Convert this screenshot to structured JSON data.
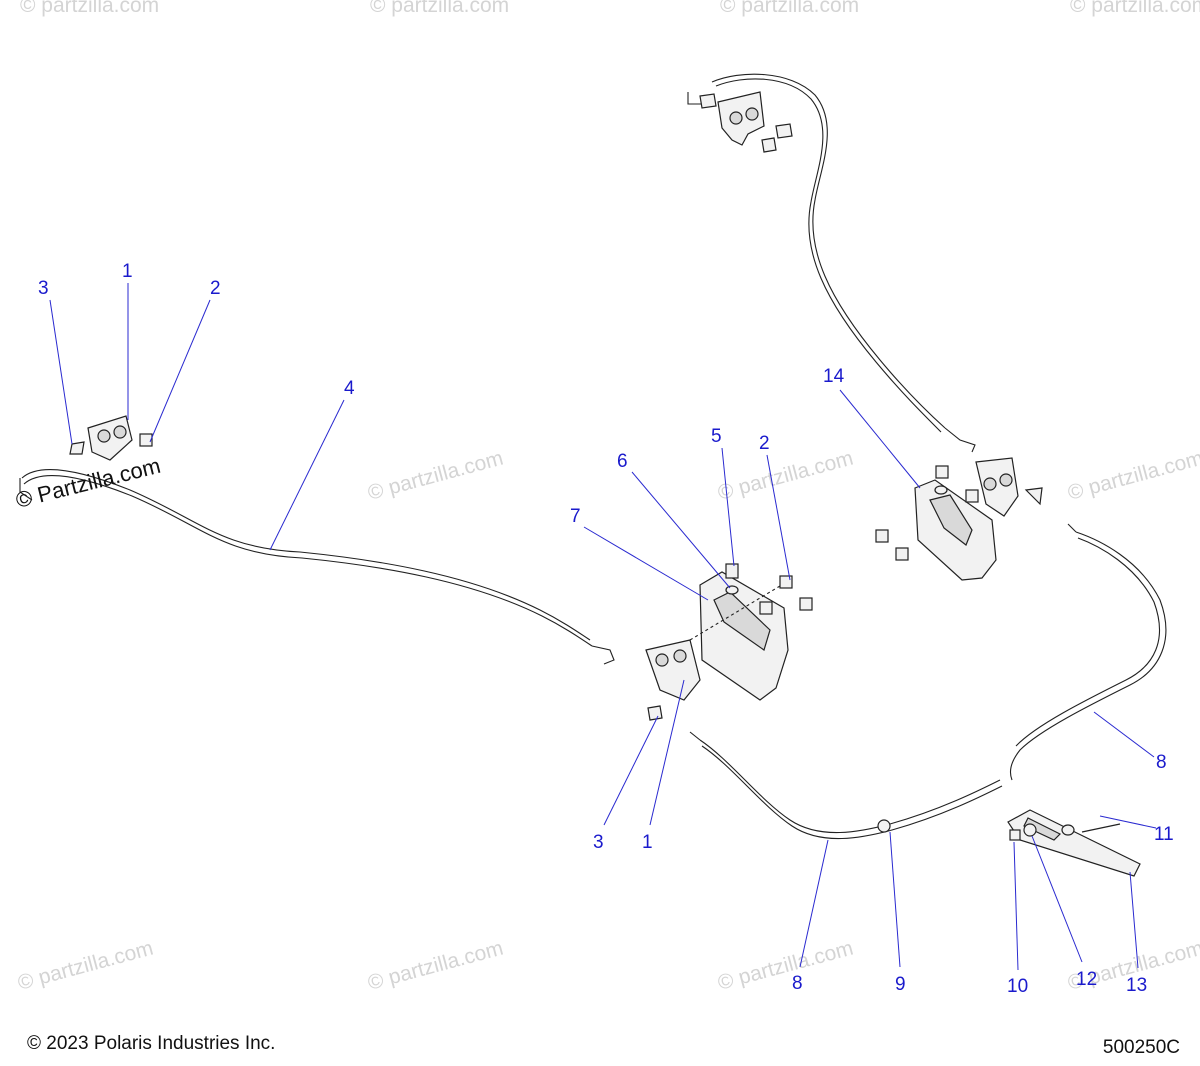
{
  "footer": {
    "copyright": "© 2023 Polaris Industries Inc.",
    "diagram_id": "500250C"
  },
  "watermark": {
    "text": "© Partzilla.com",
    "text_light": "© partzilla.com"
  },
  "callouts": [
    {
      "id": "c1a",
      "label": "1"
    },
    {
      "id": "c2a",
      "label": "2"
    },
    {
      "id": "c3a",
      "label": "3"
    },
    {
      "id": "c4",
      "label": "4"
    },
    {
      "id": "c14",
      "label": "14"
    },
    {
      "id": "c5",
      "label": "5"
    },
    {
      "id": "c2b",
      "label": "2"
    },
    {
      "id": "c6",
      "label": "6"
    },
    {
      "id": "c7",
      "label": "7"
    },
    {
      "id": "c3b",
      "label": "3"
    },
    {
      "id": "c1b",
      "label": "1"
    },
    {
      "id": "c8a",
      "label": "8"
    },
    {
      "id": "c11",
      "label": "11"
    },
    {
      "id": "c8b",
      "label": "8"
    },
    {
      "id": "c9",
      "label": "9"
    },
    {
      "id": "c10",
      "label": "10"
    },
    {
      "id": "c12",
      "label": "12"
    },
    {
      "id": "c13",
      "label": "13"
    }
  ]
}
